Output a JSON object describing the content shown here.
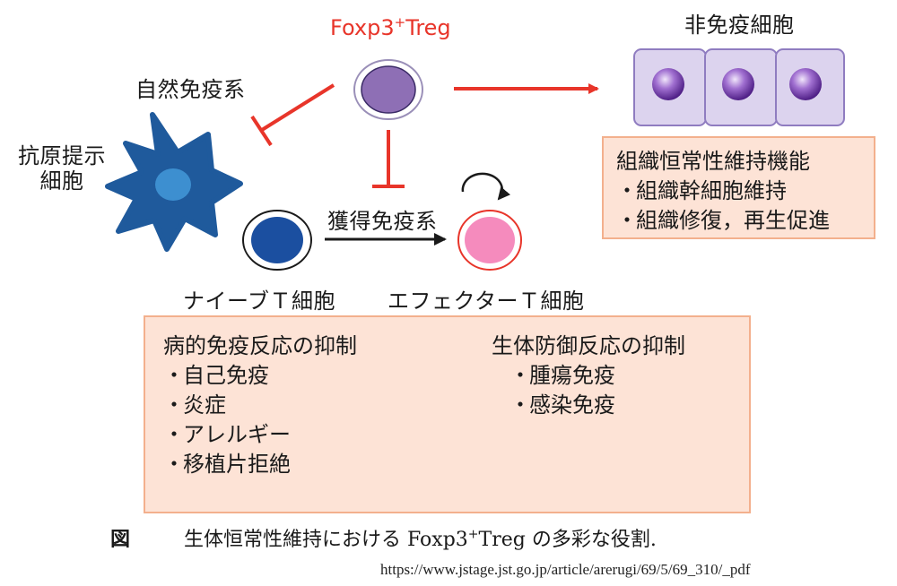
{
  "labels": {
    "treg_name": "Foxp3",
    "treg_sup": "+",
    "treg_suffix": "Treg",
    "innate": "自然免疫系",
    "apc_line1": "抗原提示",
    "apc_line2": "細胞",
    "acquired": "獲得免疫系",
    "naive": "ナイーブＴ細胞",
    "effector": "エフェクターＴ細胞",
    "nonimmune": "非免疫細胞"
  },
  "tissue_box": {
    "title": "組織恒常性維持機能",
    "items": [
      "組織幹細胞維持",
      "組織修復，再生促進"
    ]
  },
  "bottom_box": {
    "left_title": "病的免疫反応の抑制",
    "left_items": [
      "自己免疫",
      "炎症",
      "アレルギー",
      "移植片拒絶"
    ],
    "right_title": "生体防御反応の抑制",
    "right_items": [
      "腫瘍免疫",
      "感染免疫"
    ]
  },
  "bullet": "・",
  "caption": {
    "fig": "図",
    "text_pre": "生体恒常性維持における Foxp3",
    "text_sup": "+",
    "text_post": "Treg の多彩な役割."
  },
  "source_url": "https://www.jstage.jst.go.jp/article/arerugi/69/5/69_310/_pdf",
  "colors": {
    "red": "#e8352a",
    "treg_fill": "#8e6fb5",
    "naive_fill": "#1b4fa0",
    "effector_fill": "#f58bbd",
    "apc_body": "#1f5a9c",
    "apc_nucleus": "#3d8fd0",
    "box_fill": "#fde3d6",
    "box_border": "#f3b08d",
    "tissue_cell": "#dcd3ee",
    "tissue_border": "#8f7cc0"
  }
}
